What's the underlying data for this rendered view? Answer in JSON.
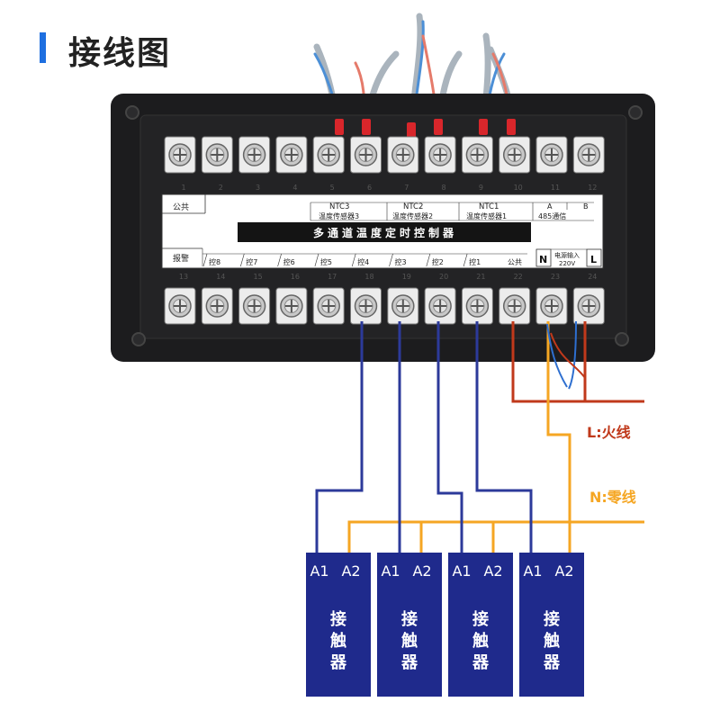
{
  "title": "接线图",
  "terminal_numbers_top": [
    "1",
    "2",
    "3",
    "4",
    "5",
    "6",
    "7",
    "8",
    "9",
    "10",
    "11",
    "12"
  ],
  "terminal_numbers_bottom": [
    "13",
    "14",
    "15",
    "16",
    "17",
    "18",
    "19",
    "20",
    "21",
    "22",
    "23",
    "24"
  ],
  "label_panel": {
    "common_top": "公共",
    "alarm": "报警",
    "ntc3": "NTC3",
    "ntc2": "NTC2",
    "ntc1": "NTC1",
    "sensor3": "温度传感器3",
    "sensor2": "温度传感器2",
    "sensor1": "温度传感器1",
    "a": "A",
    "b": "B",
    "comm": "485通信",
    "product_name": "多通道温度定时控制器",
    "outputs": [
      "控8",
      "控7",
      "控6",
      "控5",
      "控4",
      "控3",
      "控2",
      "控1"
    ],
    "common_bottom": "公共",
    "n": "N",
    "power_line1": "电源输入",
    "power_line2": "220V",
    "l": "L"
  },
  "wiring": {
    "live_label": "L:火线",
    "neutral_label": "N:零线",
    "colors": {
      "live": "#c0391b",
      "neutral": "#f5a623",
      "control": "#2c3a9a",
      "contactor": "#1f2a8c"
    }
  },
  "contactors": [
    {
      "a1": "A1",
      "a2": "A2",
      "name": "接触器"
    },
    {
      "a1": "A1",
      "a2": "A2",
      "name": "接触器"
    },
    {
      "a1": "A1",
      "a2": "A2",
      "name": "接触器"
    },
    {
      "a1": "A1",
      "a2": "A2",
      "name": "接触器"
    }
  ]
}
